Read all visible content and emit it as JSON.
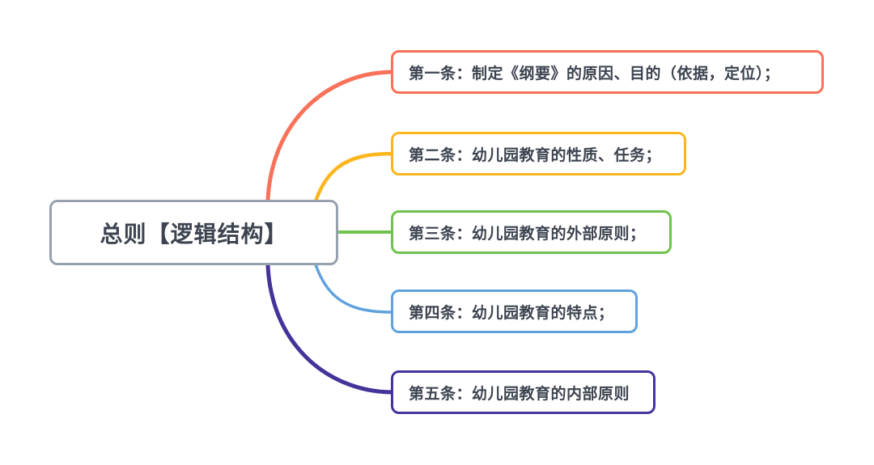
{
  "diagram": {
    "type": "mindmap",
    "background_color": "#ffffff",
    "text_color": "#3d4450"
  },
  "root": {
    "label": "总则【逻辑结构】",
    "border_color": "#97a1ad",
    "fill_color": "#ffffff"
  },
  "branches": [
    {
      "id": "article-1",
      "label": "第一条：制定《纲要》的原因、目的（依据，定位）；",
      "color": "#f97159"
    },
    {
      "id": "article-2",
      "label": "第二条：幼儿园教育的性质、任务；",
      "color": "#fbb61e"
    },
    {
      "id": "article-3",
      "label": "第三条：幼儿园教育的外部原则；",
      "color": "#6fc24e"
    },
    {
      "id": "article-4",
      "label": "第四条：幼儿园教育的特点；",
      "color": "#60a2de"
    },
    {
      "id": "article-5",
      "label": "第五条：幼儿园教育的内部原则",
      "color": "#46339a"
    }
  ]
}
